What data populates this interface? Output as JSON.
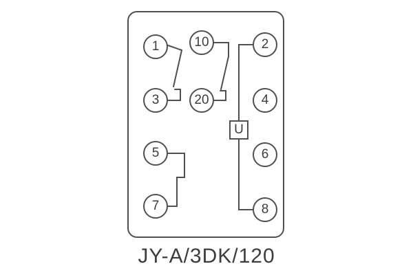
{
  "title": "JY-A/3DK/120",
  "u_symbol": {
    "label": "U"
  },
  "terminals": [
    {
      "id": "1",
      "label": "1"
    },
    {
      "id": "3",
      "label": "3"
    },
    {
      "id": "5",
      "label": "5"
    },
    {
      "id": "7",
      "label": "7"
    },
    {
      "id": "10",
      "label": "10"
    },
    {
      "id": "20",
      "label": "20"
    },
    {
      "id": "2",
      "label": "2"
    },
    {
      "id": "4",
      "label": "4"
    },
    {
      "id": "6",
      "label": "6"
    },
    {
      "id": "8",
      "label": "8"
    }
  ],
  "connections": [
    {
      "from": "1",
      "to": "3",
      "type": "contact"
    },
    {
      "from": "10",
      "to": "20",
      "type": "contact"
    },
    {
      "from": "5",
      "to": "7",
      "type": "contact"
    },
    {
      "from": "2",
      "to": "8",
      "type": "coil-U"
    }
  ],
  "colors": {
    "line": "#4f4f4f",
    "text": "#3d3d3d",
    "background": "#ffffff"
  }
}
